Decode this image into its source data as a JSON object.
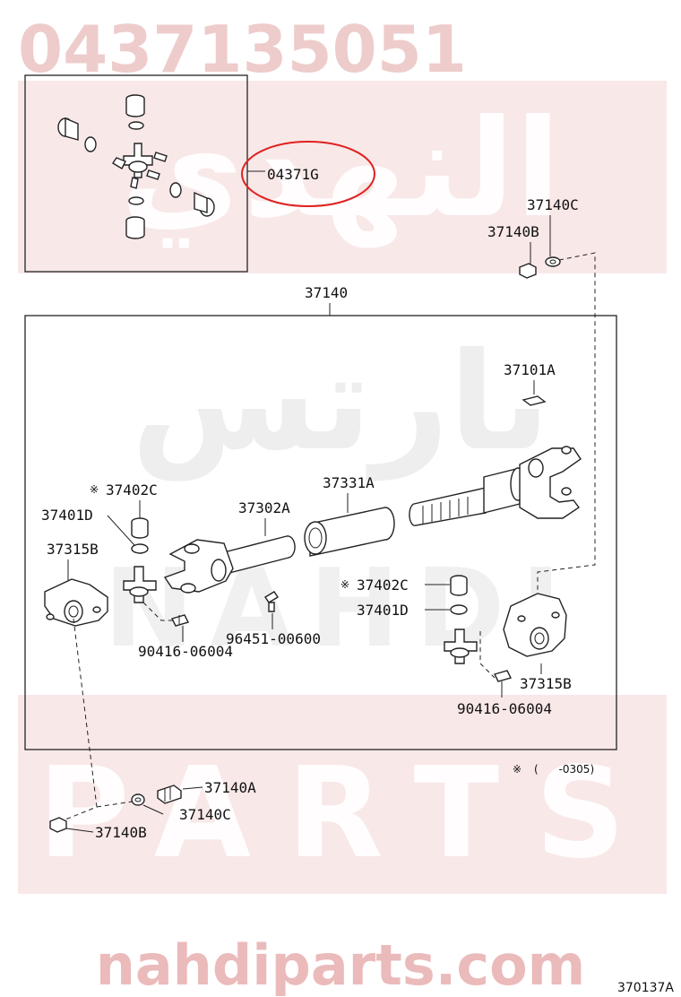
{
  "watermark": {
    "part_number": "0437135051",
    "arabic_top": "النهدي",
    "arabic_mid": "بارتس",
    "latin_mid": "NAHDI",
    "latin_low": "PARTS",
    "site": "nahdiparts.com",
    "color": "#e8b8b8"
  },
  "highlight": {
    "label": "04371G",
    "circle_color": "#e02020"
  },
  "footnote": {
    "mark": "※",
    "text": "(      -0305)"
  },
  "diagram_code": "370137A",
  "callouts": {
    "c_37140": "37140",
    "c_37140C_top": "37140C",
    "c_37140B_top": "37140B",
    "c_37101A": "37101A",
    "c_37331A": "37331A",
    "c_37302A": "37302A",
    "c_37402C_left": "37402C",
    "c_37401D_left": "37401D",
    "c_37315B_left": "37315B",
    "c_37402C_right": "37402C",
    "c_37401D_right": "37401D",
    "c_96451": "96451-00600",
    "c_90416_left": "90416-06004",
    "c_90416_right": "90416-06004",
    "c_37315B_right": "37315B",
    "c_37140A_bot": "37140A",
    "c_37140C_bot": "37140C",
    "c_37140B_bot": "37140B"
  },
  "marks": {
    "star": "※"
  },
  "icons": [
    "universal-joint-kit-icon",
    "propeller-shaft-icon",
    "flange-yoke-icon",
    "bolt-icon",
    "nut-icon",
    "washer-icon",
    "grease-fitting-icon"
  ]
}
